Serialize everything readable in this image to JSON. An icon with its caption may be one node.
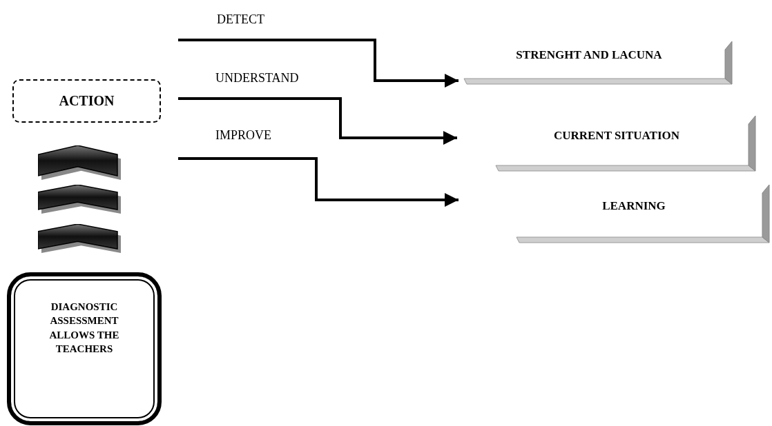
{
  "diagram": {
    "nodes": [
      {
        "text": [
          "ACTION"
        ]
      },
      {
        "text": [],
        "shape": "chevron"
      },
      {
        "text": [],
        "shape": "chevron"
      },
      {
        "text": [],
        "shape": "chevron"
      },
      {
        "text": [
          "DIAGNOSTIC ASSESSMENT ALLOWS THE TEACHERS"
        ]
      },
      {
        "text": [
          "STRENGHT AND LACUNA"
        ]
      },
      {
        "text": [
          "CURRENT SITUATION"
        ]
      },
      {
        "text": [
          "LEARNING"
        ]
      }
    ],
    "edges": [
      {
        "from": null,
        "to": 5,
        "arrow": "to",
        "label": "DETECT"
      },
      {
        "from": null,
        "to": 6,
        "arrow": "to",
        "label": "UNDERSTAND"
      },
      {
        "from": null,
        "to": 7,
        "arrow": "to",
        "label": "IMPROVE"
      }
    ]
  }
}
